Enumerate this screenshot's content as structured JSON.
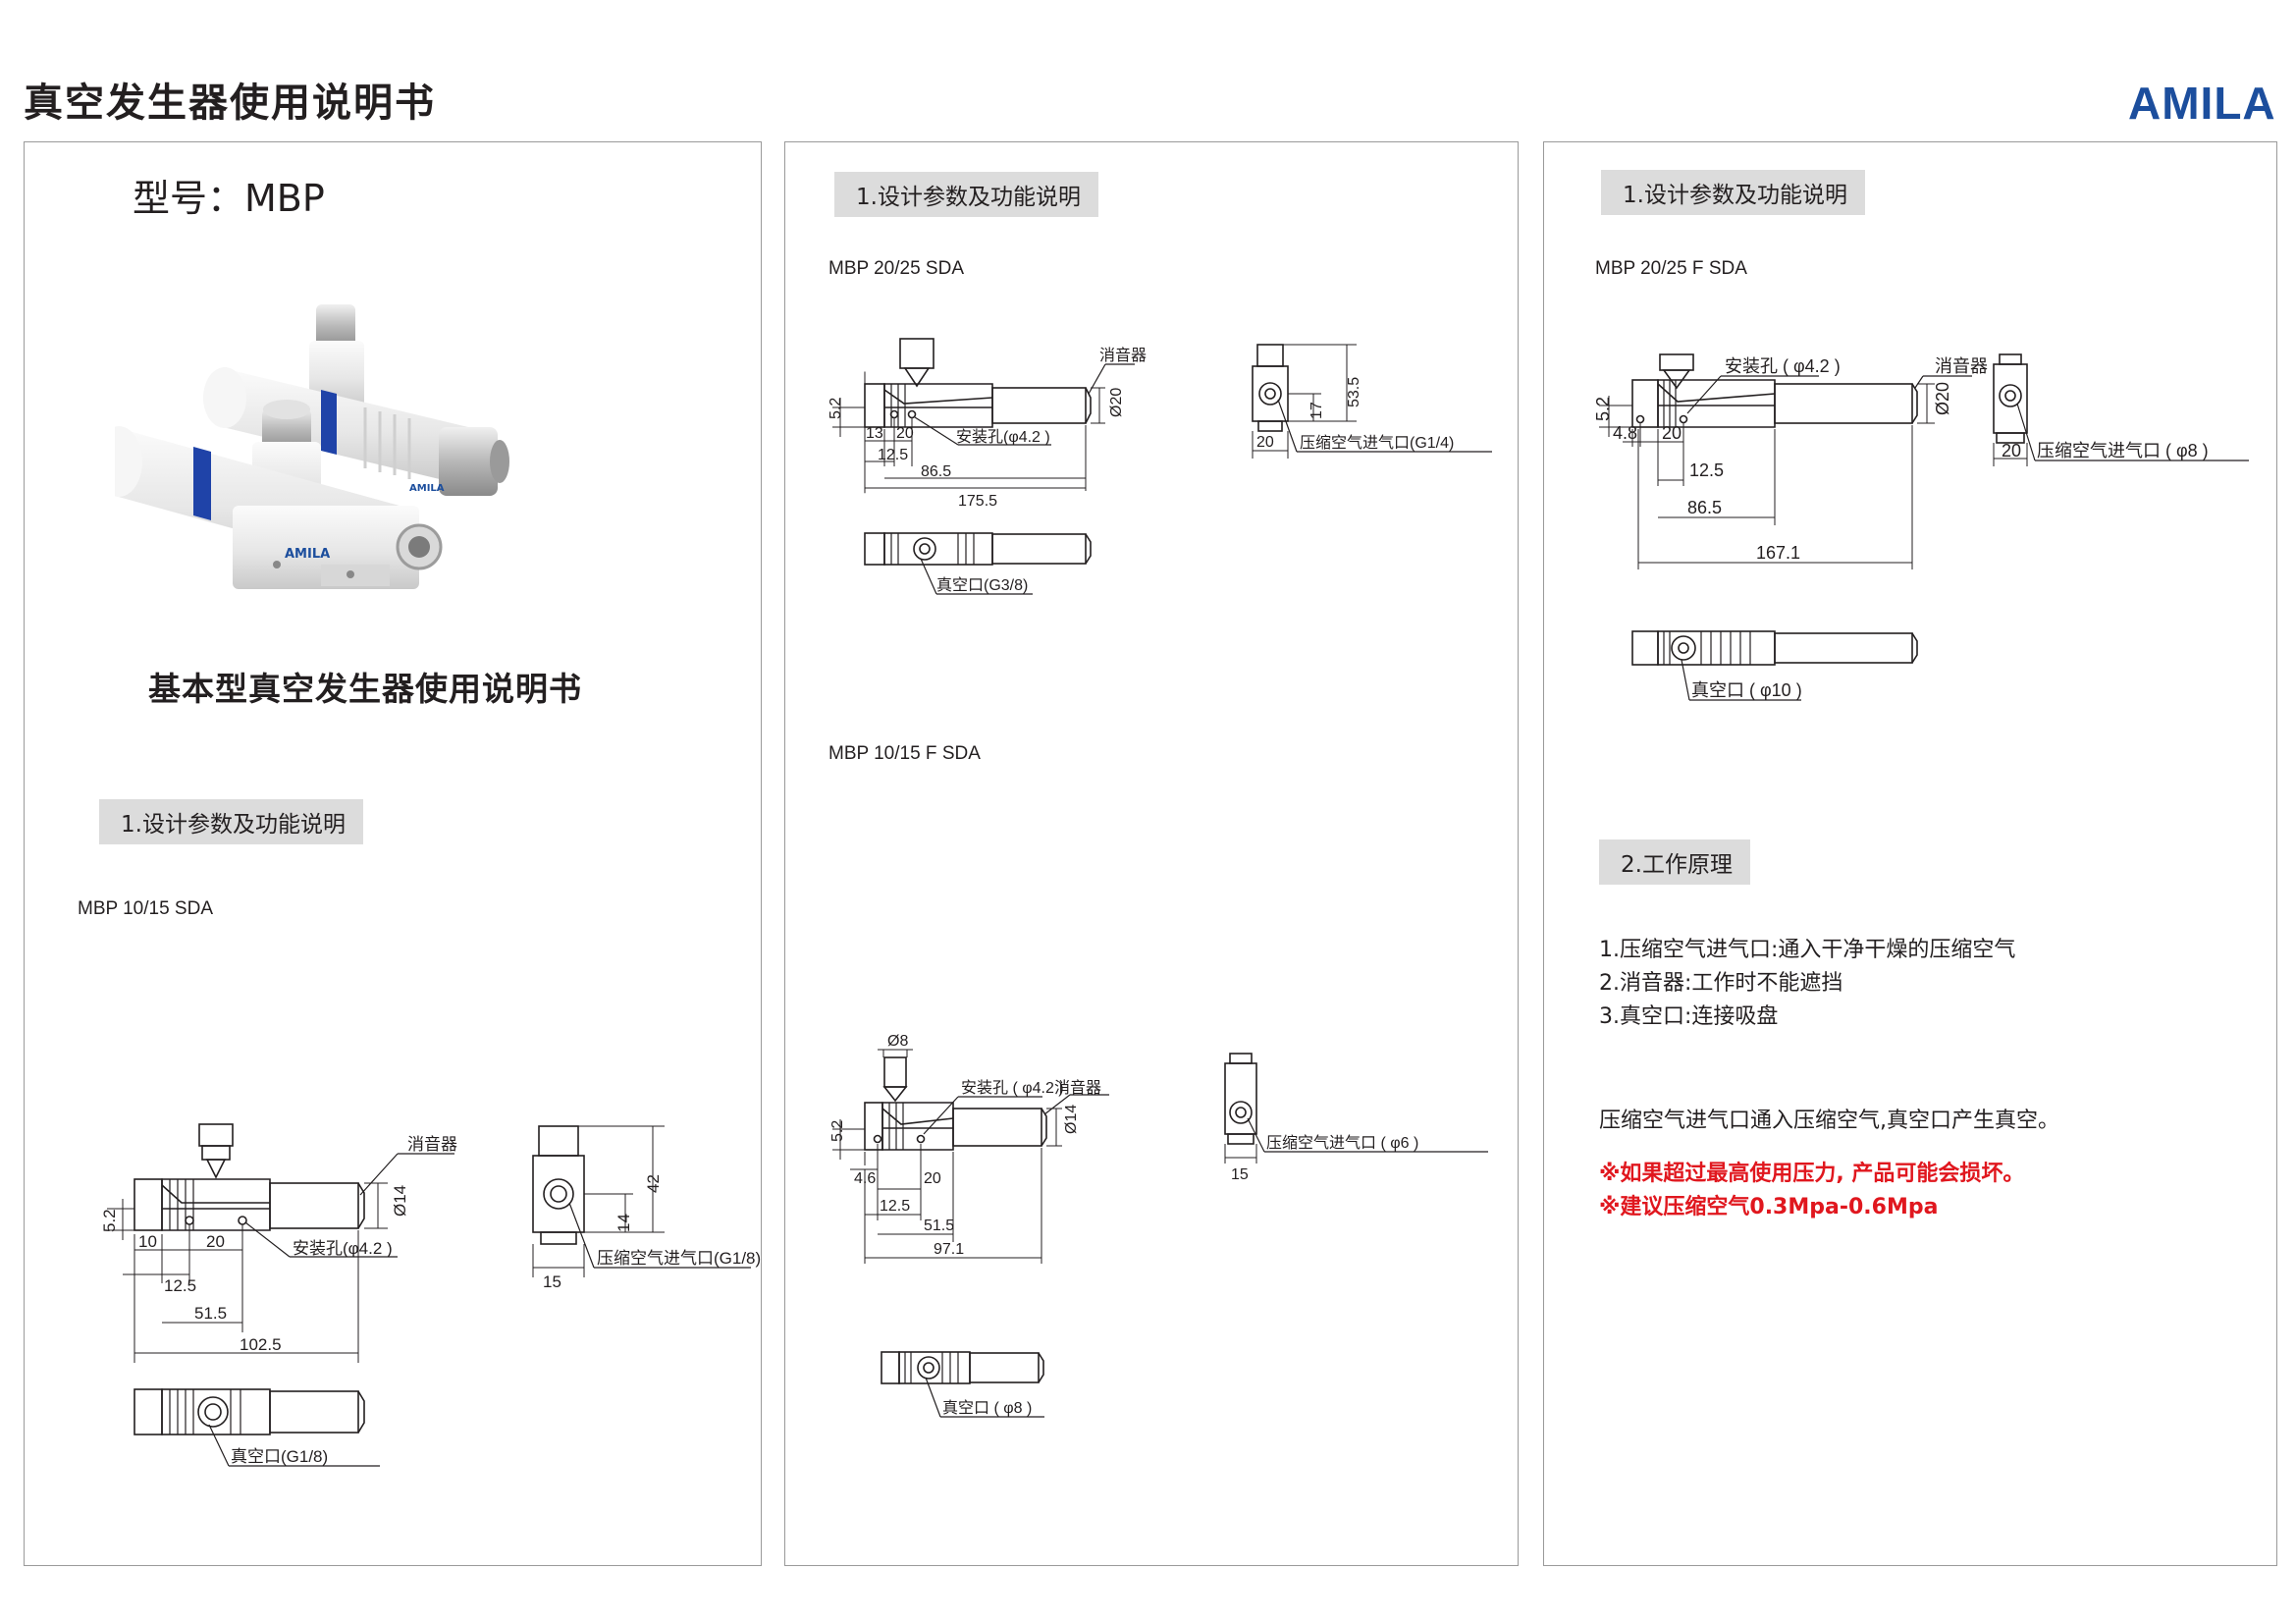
{
  "header": {
    "title": "真空发生器使用说明书",
    "brand": "AMILA"
  },
  "colors": {
    "brand": "#1c4e9d",
    "tag_bg": "#dcdcdc",
    "warning": "#e0171e",
    "panel_border": "#9a9a9a"
  },
  "panel1": {
    "model": "型号：MBP",
    "photo_logo_a": "AMILA",
    "photo_logo_b": "AMILA",
    "subtitle": "基本型真空发生器使用说明书",
    "section": "1.设计参数及功能说明",
    "drawing": {
      "model": "MBP 10/15 SDA",
      "silencer": "消音器",
      "mount_hole": "安装孔(φ4.2 )",
      "inlet": "压缩空气进气口(G1/8)",
      "vacuum": "真空口(G1/8)",
      "dims": {
        "d52": "5.2",
        "d10": "10",
        "d20": "20",
        "d125": "12.5",
        "d515": "51.5",
        "d1025": "102.5",
        "dia14": "Ø14",
        "d42": "42",
        "d14": "14",
        "d15": "15"
      }
    }
  },
  "panel2": {
    "section": "1.设计参数及功能说明",
    "drawing_a": {
      "model": "MBP 20/25 SDA",
      "silencer": "消音器",
      "mount_hole": "安装孔(φ4.2 )",
      "inlet": "压缩空气进气口(G1/4)",
      "vacuum": "真空口(G3/8)",
      "dims": {
        "d52": "5.2",
        "d13": "13",
        "d20": "20",
        "d125": "12.5",
        "d865": "86.5",
        "d1755": "175.5",
        "dia20": "Ø20",
        "d535": "53.5",
        "d17": "17",
        "d20b": "20"
      }
    },
    "drawing_b": {
      "model": "MBP 10/15 F SDA",
      "silencer": "消音器",
      "mount_hole": "安装孔 ( φ4.2 )",
      "inlet": "压缩空气进气口 ( φ6 )",
      "vacuum": "真空口 ( φ8 )",
      "dims": {
        "dia8": "Ø8",
        "d52": "5.2",
        "d46": "4.6",
        "d20": "20",
        "d125": "12.5",
        "d515": "51.5",
        "d971": "97.1",
        "dia14": "Ø14",
        "d15": "15"
      }
    }
  },
  "panel3": {
    "section": "1.设计参数及功能说明",
    "drawing": {
      "model": "MBP 20/25 F SDA",
      "silencer": "消音器",
      "mount_hole": "安装孔 ( φ4.2 )",
      "inlet": "压缩空气进气口 ( φ8 )",
      "vacuum": "真空口 ( φ10 )",
      "dims": {
        "d52": "5.2",
        "d48": "4.8",
        "d20": "20",
        "d125": "12.5",
        "d865": "86.5",
        "d1671": "167.1",
        "dia20": "Ø20",
        "d20b": "20"
      }
    },
    "section2": "2.工作原理",
    "principles": [
      "1.压缩空气进气口:通入干净干燥的压缩空气",
      "2.消音器:工作时不能遮挡",
      "3.真空口:连接吸盘"
    ],
    "summary": "压缩空气进气口通入压缩空气,真空口产生真空。",
    "warnings": [
      "※如果超过最高使用压力, 产品可能会损坏。",
      "※建议压缩空气0.3Mpa-0.6Mpa"
    ]
  }
}
